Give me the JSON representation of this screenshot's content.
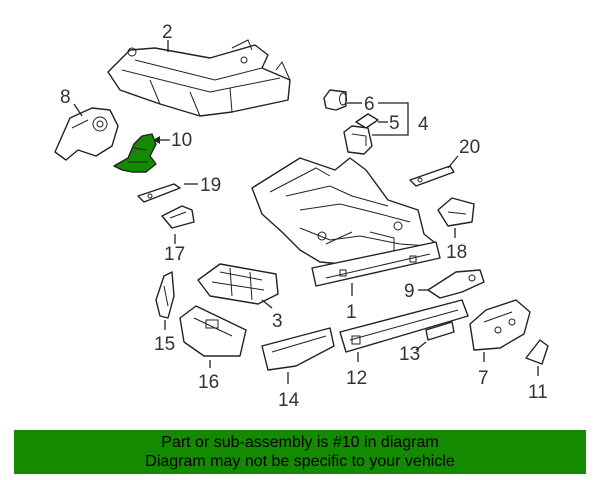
{
  "diagram": {
    "highlight_color": "#138a00",
    "callouts": {
      "c1": "1",
      "c2": "2",
      "c3": "3",
      "c4": "4",
      "c5": "5",
      "c6": "6",
      "c7": "7",
      "c8": "8",
      "c9": "9",
      "c10": "10",
      "c11": "11",
      "c12": "12",
      "c13": "13",
      "c14": "14",
      "c15": "15",
      "c16": "16",
      "c17": "17",
      "c18": "18",
      "c19": "19",
      "c20": "20"
    }
  },
  "banner": {
    "line1": "Part or sub-assembly is #10 in diagram",
    "line2": "Diagram may not be specific to your vehicle",
    "background": "#138a00"
  }
}
